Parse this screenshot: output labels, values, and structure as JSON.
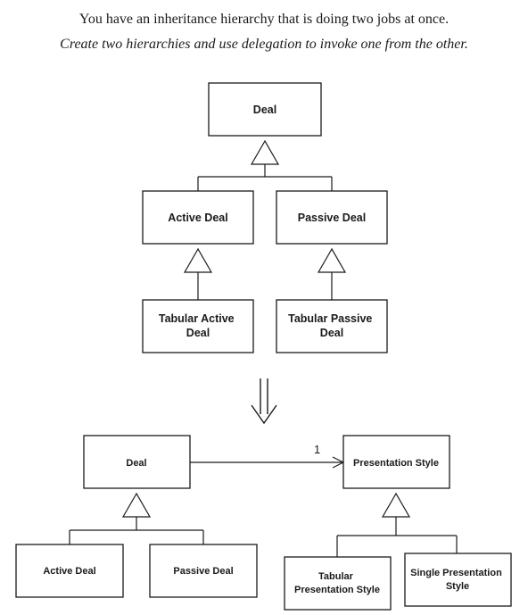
{
  "caption": {
    "line1": "You have an inheritance hierarchy that is doing two jobs at once.",
    "line2": "Create two hierarchies and use delegation to invoke one from the other."
  },
  "before": {
    "deal": "Deal",
    "active_deal": "Active Deal",
    "passive_deal": "Passive Deal",
    "tabular_active_deal": [
      "Tabular Active",
      "Deal"
    ],
    "tabular_passive_deal": [
      "Tabular Passive",
      "Deal"
    ]
  },
  "after": {
    "deal": "Deal",
    "presentation_style": "Presentation Style",
    "association_multiplicity": "1",
    "active_deal": "Active Deal",
    "passive_deal": "Passive Deal",
    "tabular_presentation_style": [
      "Tabular",
      "Presentation Style"
    ],
    "single_presentation_style": [
      "Single Presentation",
      "Style"
    ]
  }
}
